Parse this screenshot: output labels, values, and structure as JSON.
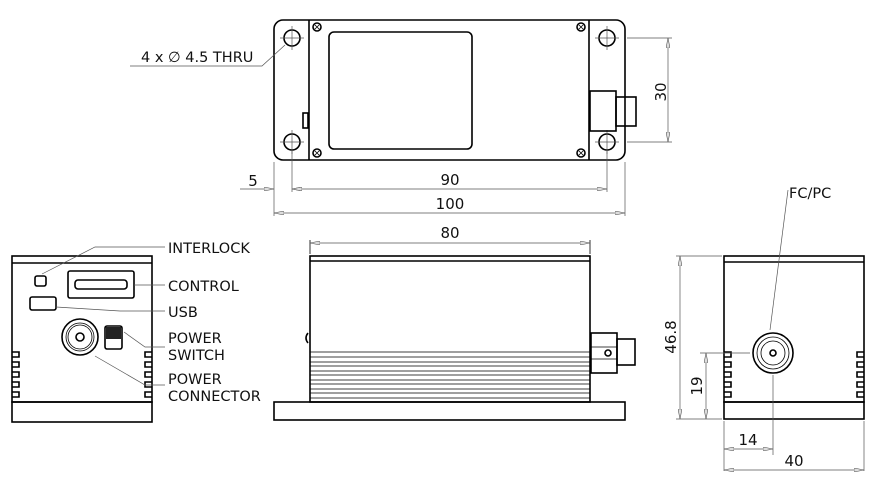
{
  "drawing": {
    "top_view": {
      "hole_callout": "4 x ∅ 4.5 THRU",
      "dimensions": {
        "height": "30",
        "edge_offset": "5",
        "hole_spacing": "90",
        "overall_length": "100"
      }
    },
    "front_view": {
      "labels": {
        "interlock": "INTERLOCK",
        "control": "CONTROL",
        "usb": "USB",
        "power_switch_1": "POWER",
        "power_switch_2": "SWITCH",
        "power_connector_1": "POWER",
        "power_connector_2": "CONNECTOR"
      }
    },
    "side_view": {
      "dimensions": {
        "body_length": "80"
      }
    },
    "rear_view": {
      "connector_label": "FC/PC",
      "dimensions": {
        "height": "46.8",
        "fiber_height": "19",
        "fiber_offset": "14",
        "width": "40"
      }
    }
  }
}
